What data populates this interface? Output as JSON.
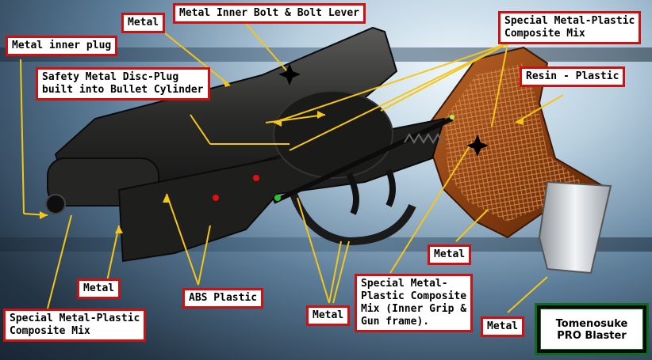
{
  "labels": {
    "metal_top": "Metal",
    "inner_bolt": "Metal Inner Bolt & Bolt Lever",
    "composite_top": [
      "Special Metal-Plastic",
      "Composite Mix"
    ],
    "inner_plug": "Metal inner plug",
    "safety_disc": [
      "Safety Metal Disc-Plug",
      "built into Bullet Cylinder"
    ],
    "resin": "Resin - Plastic",
    "metal_trigger_guard": "Metal",
    "metal_front": "Metal",
    "abs": "ABS Plastic",
    "metal_bottom": "Metal",
    "inner_grip": [
      "Special Metal-",
      "Plastic Composite",
      "Mix (Inner Grip &",
      "Gun frame)."
    ],
    "metal_butt": "Metal",
    "composite_bottom": [
      "Special Metal-Plastic",
      "Composite Mix"
    ]
  },
  "badge": [
    "Tomenosuke",
    "PRO Blaster"
  ],
  "colors": {
    "label_border": "#d01010",
    "arrow": "#f5c518",
    "badge_border": "#0b6b20"
  }
}
